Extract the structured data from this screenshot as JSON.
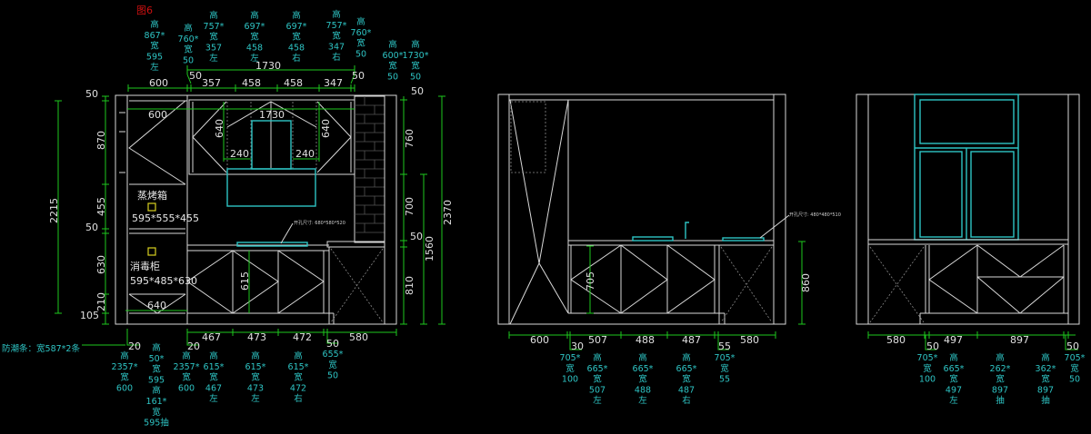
{
  "title": "图6",
  "colors": {
    "line": "#d8d8d8",
    "dim": "#1ec81e",
    "label": "#2ec4c4",
    "title": "#d01010",
    "marker": "#d8d020"
  },
  "left": {
    "top_stacks": [
      [
        "高",
        "867*",
        "宽",
        "595",
        "左"
      ],
      [
        "高",
        "760*",
        "宽",
        "50"
      ],
      [
        "高",
        "757*",
        "宽",
        "357",
        "左"
      ],
      [
        "高",
        "697*",
        "宽",
        "458",
        "左"
      ],
      [
        "高",
        "697*",
        "宽",
        "458",
        "右"
      ],
      [
        "高",
        "757*",
        "宽",
        "347",
        "右"
      ],
      [
        "高",
        "760*",
        "宽",
        "50"
      ],
      [
        "高",
        "600*",
        "宽",
        "50"
      ],
      [
        "高",
        "1730*",
        "宽",
        "50"
      ]
    ],
    "top_dims": [
      "1730",
      "50",
      "600",
      "357",
      "458",
      "458",
      "347",
      "50",
      "50",
      "50"
    ],
    "inner_dims": [
      "600",
      "1730",
      "640",
      "640",
      "240",
      "240",
      "615",
      "640"
    ],
    "left_dims": [
      "50",
      "870",
      "455",
      "50",
      "630",
      "210",
      "105",
      "2215"
    ],
    "right_dims": [
      "50",
      "760",
      "700",
      "50",
      "810",
      "1560",
      "2370"
    ],
    "appliances": [
      {
        "name": "蒸烤箱",
        "size": "595*555*455"
      },
      {
        "name": "消毒柜",
        "size": "595*485*630"
      }
    ],
    "hole_note": "开孔尺寸: 680*580*520",
    "bottom_dims": [
      "20",
      "20",
      "467",
      "473",
      "472",
      "50",
      "580"
    ],
    "moisture_strip": "防潮条：宽587*2条",
    "bottom_stacks": [
      [
        "高",
        "2357*",
        "宽",
        "600"
      ],
      [
        "高",
        "50*",
        "宽",
        "595",
        "高",
        "161*",
        "宽",
        "595抽"
      ],
      [
        "高",
        "2357*",
        "宽",
        "600"
      ],
      [
        "高",
        "615*",
        "宽",
        "467",
        "左"
      ],
      [
        "高",
        "615*",
        "宽",
        "473",
        "左"
      ],
      [
        "高",
        "615*",
        "宽",
        "472",
        "右"
      ],
      [
        "655*",
        "宽",
        "50"
      ]
    ]
  },
  "middle": {
    "hole_note": "开孔尺寸: 480*480*510",
    "inner_dims": [
      "705",
      "860"
    ],
    "bottom_dims": [
      "600",
      "30",
      "507",
      "488",
      "487",
      "55",
      "580"
    ],
    "bottom_stacks": [
      [
        "705*",
        "宽",
        "100"
      ],
      [
        "高",
        "665*",
        "宽",
        "507",
        "左"
      ],
      [
        "高",
        "665*",
        "宽",
        "488",
        "左"
      ],
      [
        "高",
        "665*",
        "宽",
        "487",
        "右"
      ],
      [
        "705*",
        "宽",
        "55"
      ]
    ]
  },
  "right": {
    "bottom_dims": [
      "580",
      "50",
      "497",
      "897",
      "50"
    ],
    "bottom_stacks": [
      [
        "705*",
        "宽",
        "100"
      ],
      [
        "高",
        "665*",
        "宽",
        "497",
        "左"
      ],
      [
        "高",
        "262*",
        "宽",
        "897",
        "抽"
      ],
      [
        "高",
        "362*",
        "宽",
        "897",
        "抽"
      ],
      [
        "705*",
        "宽",
        "50"
      ]
    ]
  }
}
